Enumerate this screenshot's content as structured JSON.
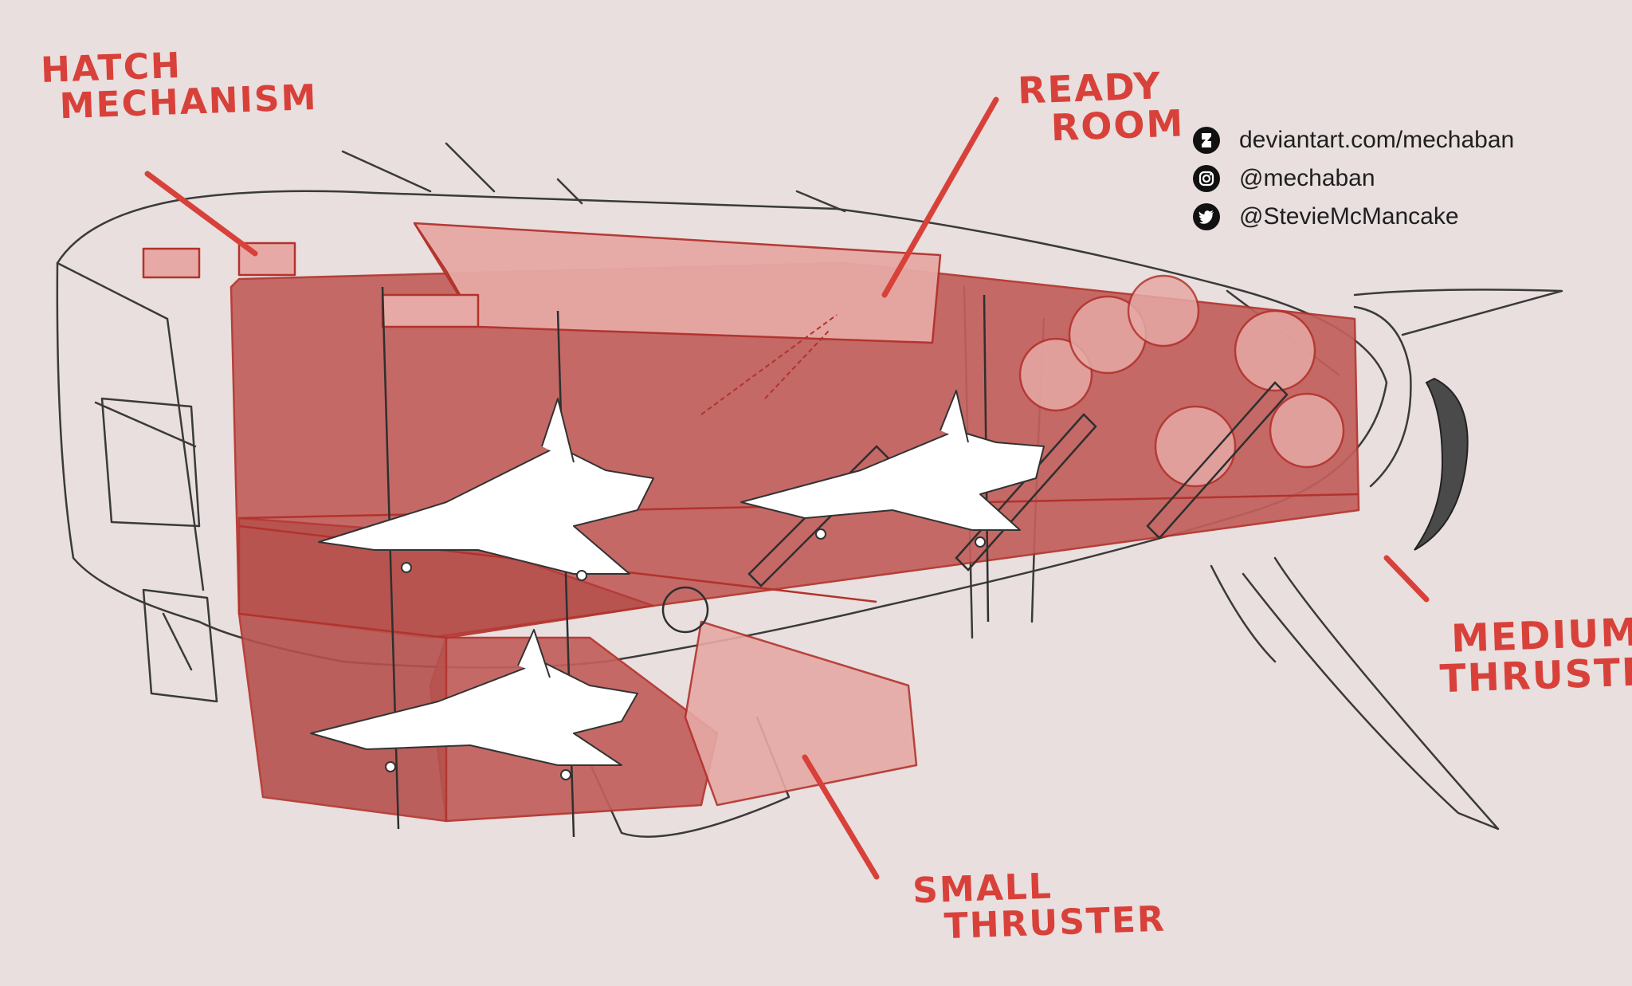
{
  "labels": {
    "hatch": [
      "HATCH",
      "MECHANISM"
    ],
    "ready": [
      "READY",
      "ROOM"
    ],
    "medium": [
      "MEDIUM",
      "THRUSTER"
    ],
    "small": [
      "SMALL",
      "THRUSTER"
    ]
  },
  "social": [
    {
      "icon": "deviantart-icon",
      "text": "deviantart.com/mechaban"
    },
    {
      "icon": "instagram-icon",
      "text": "@mechaban"
    },
    {
      "icon": "twitter-icon",
      "text": "@StevieMcMancake"
    }
  ],
  "colors": {
    "background": "#e8dfde",
    "annotation_red": "#d8413a",
    "hangar_fill": "#c2605c",
    "light_block": "#e6a9a5",
    "sketch_line": "#3a3a3a"
  }
}
